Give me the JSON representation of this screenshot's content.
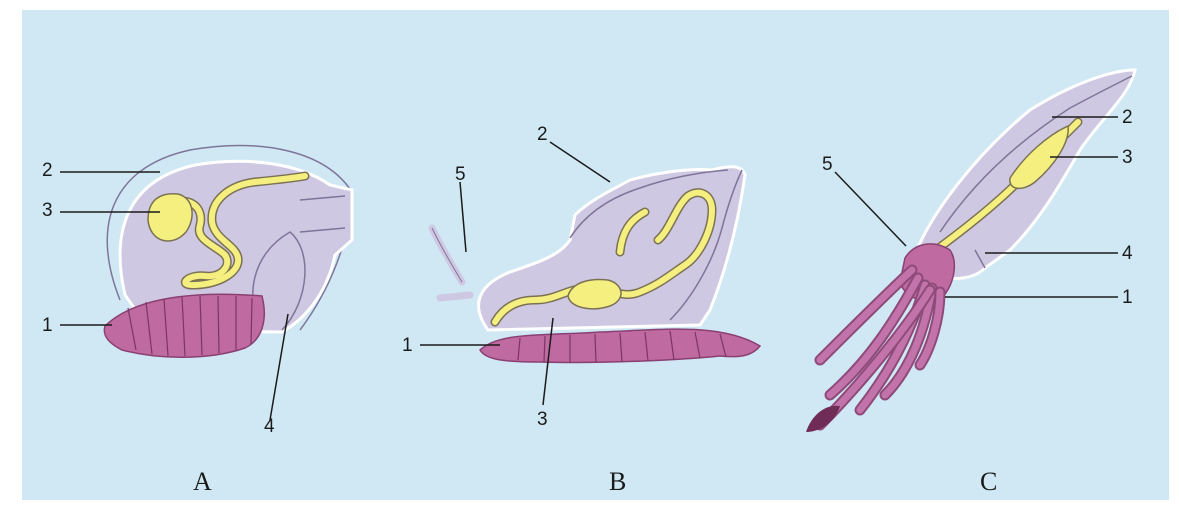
{
  "callouts": {
    "a": [
      "1",
      "2",
      "3",
      "4"
    ],
    "b": [
      "1",
      "2",
      "3",
      "5"
    ],
    "c": [
      "1",
      "2",
      "3",
      "4",
      "5"
    ]
  },
  "panel_letters": [
    "A",
    "B",
    "C"
  ],
  "colors": {
    "background": "#cfe8f4",
    "body": "#cfc8e2",
    "foot": "#bf6aa0",
    "digestive_tract": "#f4ef7f"
  }
}
